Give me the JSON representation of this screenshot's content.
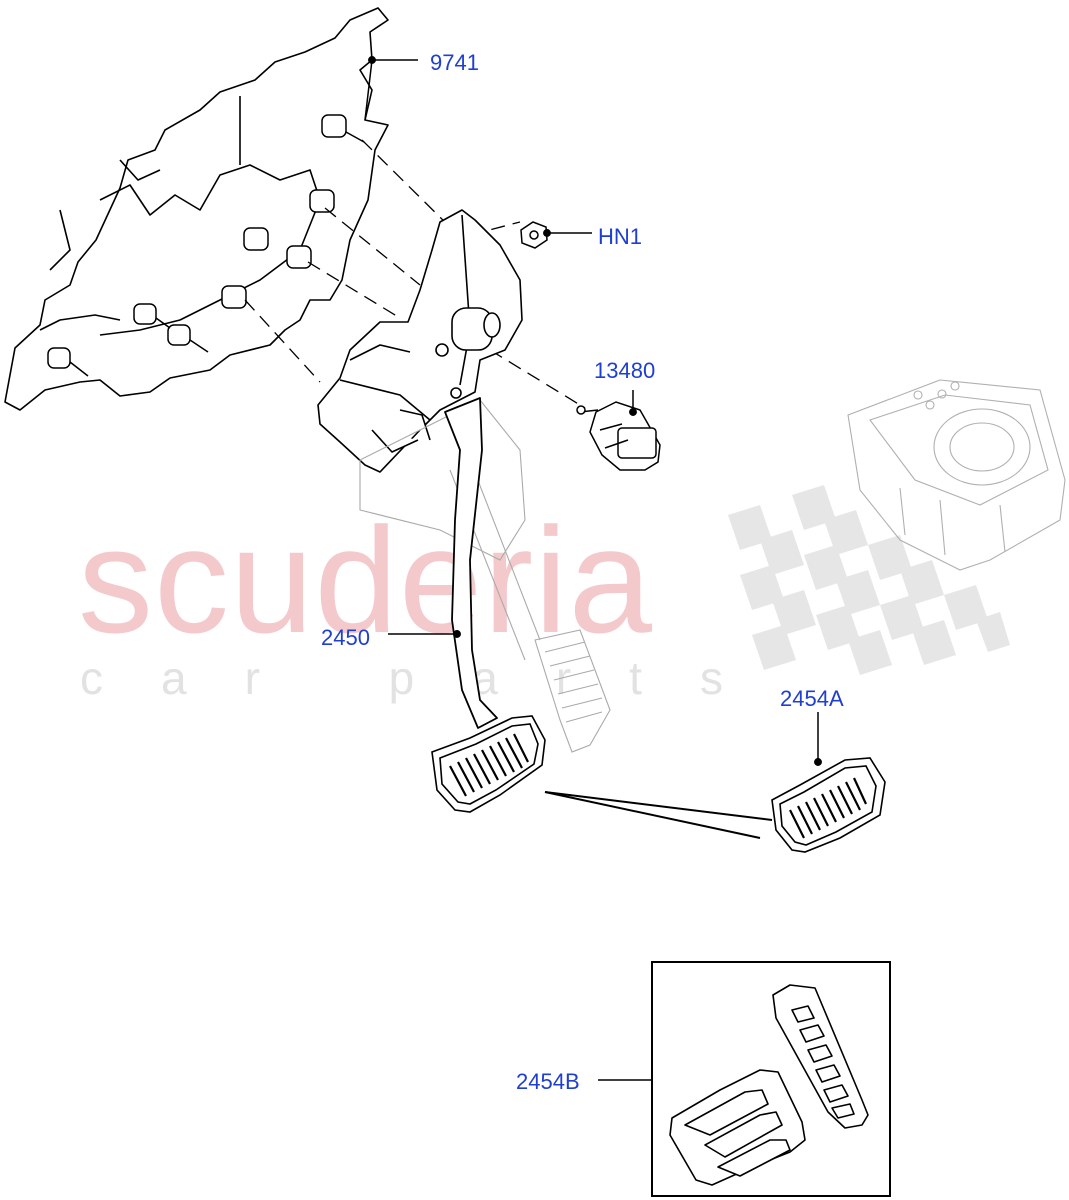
{
  "watermark": {
    "brand": "scuderia",
    "tagline": "car parts"
  },
  "callouts": {
    "panel": "9741",
    "nut": "HN1",
    "switch": "13480",
    "pedal": "2450",
    "pad_a": "2454A",
    "pad_b": "2454B"
  },
  "colors": {
    "callout_text": "#1f3fd0",
    "line_art": "#000000",
    "watermark_text": "#f3c9cc",
    "watermark_sub": "#e2e2e2"
  }
}
